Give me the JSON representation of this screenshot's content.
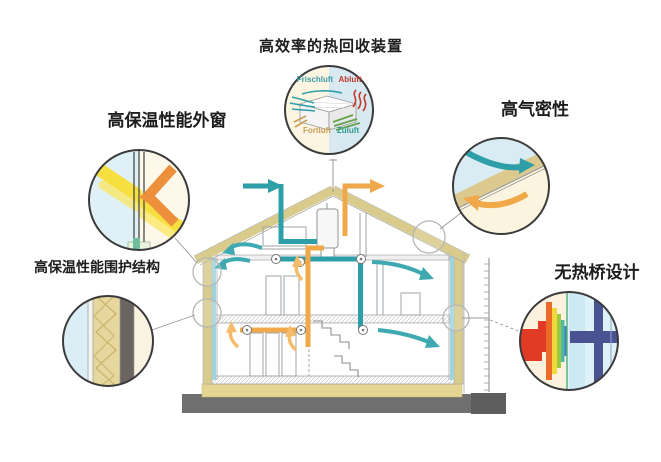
{
  "diagram": {
    "title_labels": {
      "heat_recovery": "高效率的热回收装置",
      "window": "高保温性能外窗",
      "airtightness": "高气密性",
      "envelope": "高保温性能围护结构",
      "thermal_bridge": "无热桥设计"
    },
    "heat_recovery_unit_labels": {
      "frischluft": "Frischluft",
      "abluft": "Abluft",
      "fortluft": "Fortluft",
      "zuluft": "Zuluft"
    },
    "colors": {
      "supply_air_teal": "#2E9FA8",
      "exhaust_air_orange": "#F0A848",
      "insulation_tan": "#D9CB8B",
      "ground_gray": "#6F6F6F",
      "frischluft_text": "#3D9DA8",
      "abluft_text": "#C0392B",
      "fortluft_text": "#C9A05B",
      "zuluft_text": "#2E9B8F",
      "thermogram_hot": "#E23B25",
      "thermogram_cold": "#4A5292",
      "sunlight_yellow": "#F6DF3F"
    }
  }
}
